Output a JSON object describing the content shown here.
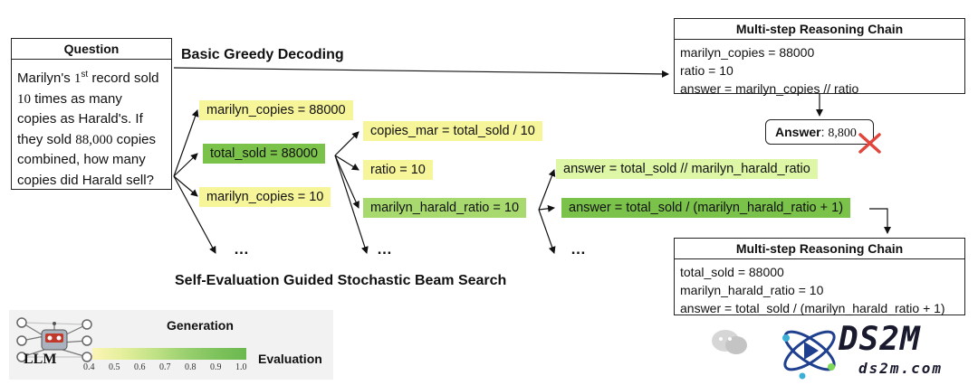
{
  "question": {
    "title": "Question",
    "line1_pre": "Marilyn's ",
    "line1_num": "1",
    "line1_sup": "st",
    "line1_post": " record sold",
    "line2_num": "10",
    "line2_post": " times as many",
    "line3": "copies as Harald's. If",
    "line4_pre": "they sold ",
    "line4_num": "88,000",
    "line4_post": " copies",
    "line5": "combined, how many",
    "line6": "copies did Harald sell?"
  },
  "labels": {
    "greedy": "Basic Greedy Decoding",
    "beam": "Self-Evaluation Guided Stochastic Beam Search",
    "dots": "…"
  },
  "chain_top": {
    "title": "Multi-step Reasoning Chain",
    "lines": [
      "marilyn_copies = 88000",
      "ratio = 10",
      "answer = marilyn_copies // ratio"
    ]
  },
  "answer_box": {
    "label": "Answer",
    "sep": ": ",
    "value": "8,800"
  },
  "chain_bottom": {
    "title": "Multi-step Reasoning Chain",
    "lines": [
      "total_sold = 88000",
      "marilyn_harald_ratio = 10",
      "answer = total_sold / (marilyn_harald_ratio + 1)"
    ]
  },
  "nodes": {
    "n1": "marilyn_copies = 88000",
    "n2": "total_sold = 88000",
    "n3": "marilyn_copies = 10",
    "n4": "copies_mar = total_sold / 10",
    "n5": "ratio = 10",
    "n6": "marilyn_harald_ratio = 10",
    "n7": "answer = total_sold // marilyn_harald_ratio",
    "n8": "answer = total_sold / (marilyn_harald_ratio + 1)"
  },
  "legend": {
    "llm": "LLM",
    "generation": "Generation",
    "evaluation": "Evaluation",
    "ticks": [
      "0.4",
      "0.5",
      "0.6",
      "0.7",
      "0.8",
      "0.9",
      "1.0"
    ]
  },
  "logo": {
    "main": "DS2M",
    "sub": "ds2m.com"
  },
  "colors": {
    "yellow": "#f7f59a",
    "light_green": "#def7a7",
    "mid_green": "#a8d96e",
    "green": "#7bc24a",
    "wrong_mark": "#e0463c"
  }
}
